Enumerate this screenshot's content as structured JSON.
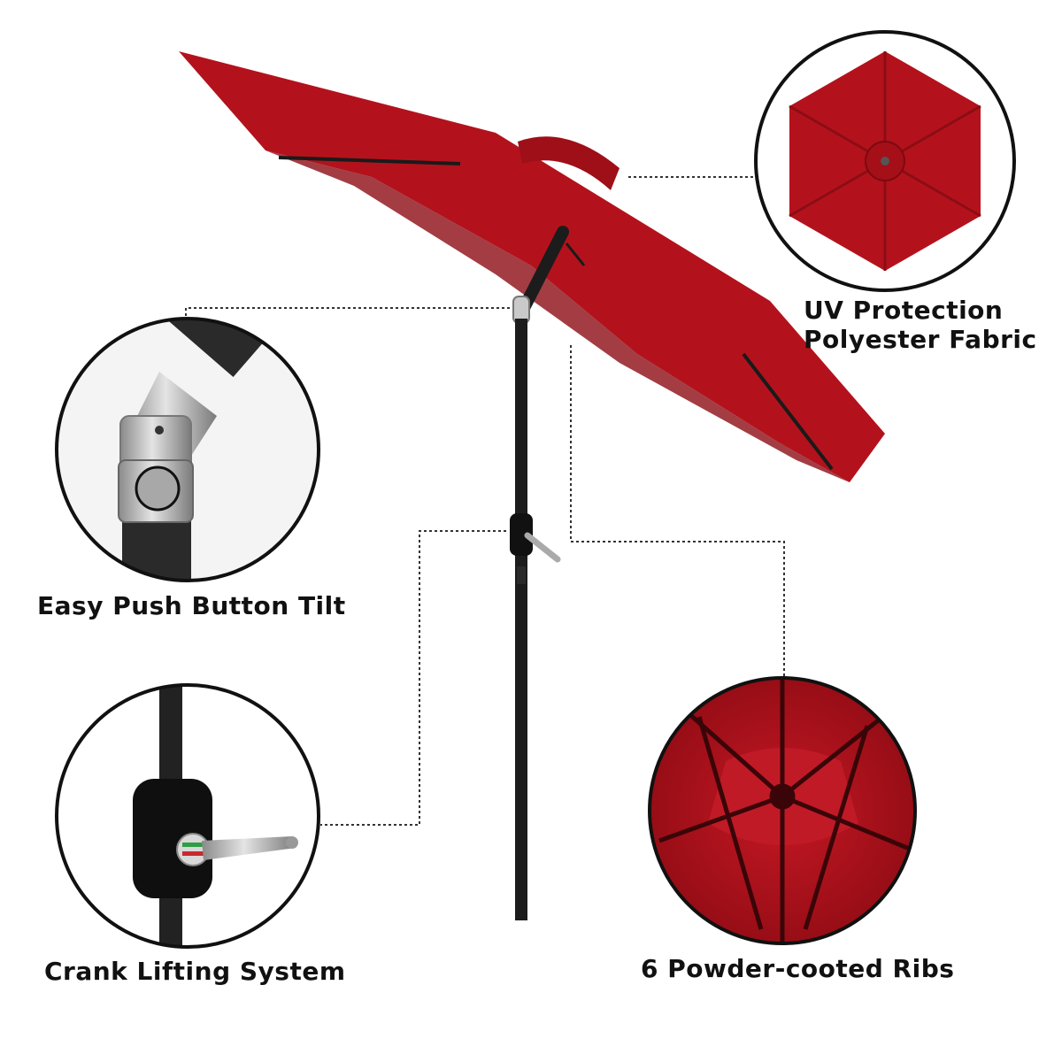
{
  "features": {
    "fabric": {
      "line1": "UV Protection",
      "line2": "Polyester Fabric"
    },
    "tilt": {
      "label": "Easy Push Button Tilt"
    },
    "crank": {
      "label": "Crank Lifting System"
    },
    "ribs": {
      "label": "6 Powder-cooted Ribs"
    }
  },
  "colors": {
    "canopy": "#b3121c",
    "canopy_dark": "#8c0d14",
    "pole": "#1c1c1c",
    "metal": "#c9c9c9",
    "leader_line": "#333333"
  },
  "icons": [
    "umbrella-canopy",
    "umbrella-pole",
    "tilt-joint",
    "crank-handle"
  ]
}
